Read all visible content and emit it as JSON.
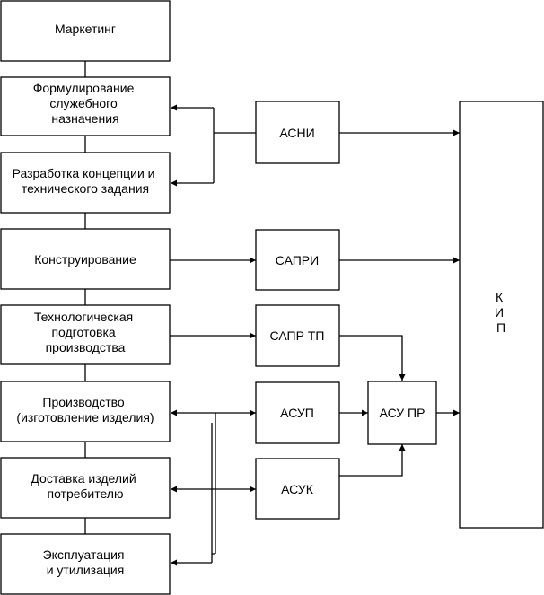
{
  "stages": [
    {
      "id": "marketing",
      "lines": [
        "Маркетинг"
      ]
    },
    {
      "id": "formulation",
      "lines": [
        "Формулирование",
        "служебного",
        "назначения"
      ]
    },
    {
      "id": "concept",
      "lines": [
        "Разработка концепции и",
        "технического задания"
      ]
    },
    {
      "id": "design",
      "lines": [
        "Конструирование"
      ]
    },
    {
      "id": "techprep",
      "lines": [
        "Технологическая",
        "подготовка",
        "производства"
      ]
    },
    {
      "id": "production",
      "lines": [
        "Производство",
        "(изготовление изделия)"
      ]
    },
    {
      "id": "delivery",
      "lines": [
        "Доставка изделий",
        "потребителю"
      ]
    },
    {
      "id": "operation",
      "lines": [
        "Эксплуатация",
        "и утилизация"
      ]
    }
  ],
  "systems": [
    {
      "id": "asni",
      "lines": [
        "АСНИ"
      ]
    },
    {
      "id": "sapri",
      "lines": [
        "САПРИ"
      ]
    },
    {
      "id": "saprtp",
      "lines": [
        "САПР ТП"
      ]
    },
    {
      "id": "asup",
      "lines": [
        "АСУП"
      ]
    },
    {
      "id": "asuk",
      "lines": [
        "АСУК"
      ]
    },
    {
      "id": "asupr",
      "lines": [
        "АСУ ПР"
      ]
    }
  ],
  "kip": {
    "id": "kip",
    "lines": [
      "К",
      "И",
      "П"
    ]
  }
}
